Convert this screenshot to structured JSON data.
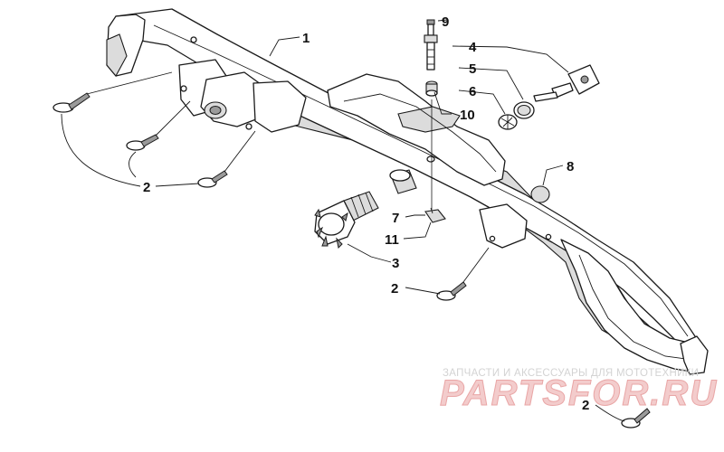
{
  "callouts": {
    "c1": "1",
    "c2a": "2",
    "c2b": "2",
    "c2c": "2",
    "c3": "3",
    "c4": "4",
    "c5": "5",
    "c6": "6",
    "c7": "7",
    "c8": "8",
    "c9": "9",
    "c10": "10",
    "c11": "11"
  },
  "watermark": {
    "tagline": "ЗАПЧАСТИ И АКСЕССУАРЫ ДЛЯ МОТОТЕХНИКИ",
    "brand": "PARTSFOR.RU"
  }
}
